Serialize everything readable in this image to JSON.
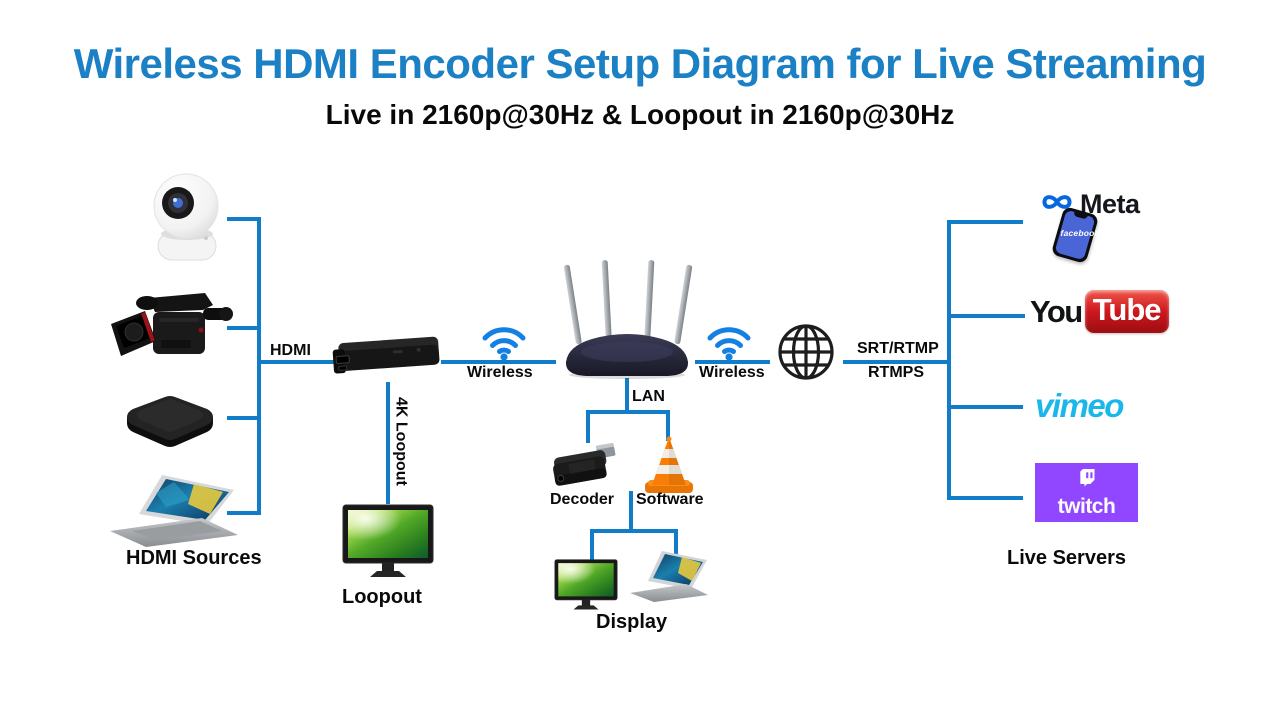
{
  "header": {
    "title": "Wireless HDMI Encoder Setup Diagram for Live Streaming",
    "subtitle": "Live in 2160p@30Hz & Loopout in 2160p@30Hz"
  },
  "colors": {
    "title-blue": "#1b80c4",
    "line-blue": "#117dc9",
    "wifi-blue": "#1580e4",
    "meta-blue": "#0668e1",
    "facebook-screen": "#4a66d6",
    "youtube-red": "#cc181e",
    "vimeo-blue": "#1ab7ea",
    "twitch-purple": "#9146ff"
  },
  "labels": {
    "hdmi": "HDMI",
    "hdmi_sources": "HDMI Sources",
    "loopout_cable": "4K Loopout",
    "loopout": "Loopout",
    "wireless": "Wireless",
    "lan": "LAN",
    "decoder": "Decoder",
    "software": "Software",
    "display": "Display",
    "protocol_line1": "SRT/RTMP",
    "protocol_line2": "RTMPS",
    "live_servers": "Live Servers"
  },
  "logos": {
    "meta_text": "Meta",
    "facebook_text": "facebook",
    "youtube_you": "You",
    "youtube_tube": "Tube",
    "vimeo_text": "vimeo",
    "twitch_text": "twitch"
  },
  "icons": {
    "ptz-camera-icon": "white PTZ camera photo",
    "camcorder-icon": "black professional camcorder photo",
    "media-box-icon": "black streaming media box photo",
    "laptop-icon": "open laptop photo",
    "encoder-stick-icon": "black wireless HDMI encoder stick",
    "wifi-icon": "blue wi-fi signal arcs",
    "router-icon": "dark four-antenna wireless router",
    "decoder-dongle-icon": "black HDMI decoder dongle",
    "vlc-cone-icon": "orange traffic-cone software icon",
    "monitor-icon": "desktop monitor with green wallpaper",
    "globe-icon": "black wireframe internet globe",
    "meta-infinity-icon": "blue Meta infinity mark",
    "facebook-phone-icon": "phone showing facebook screen",
    "twitch-glyph-icon": "white Twitch speech-bubble glyph"
  }
}
